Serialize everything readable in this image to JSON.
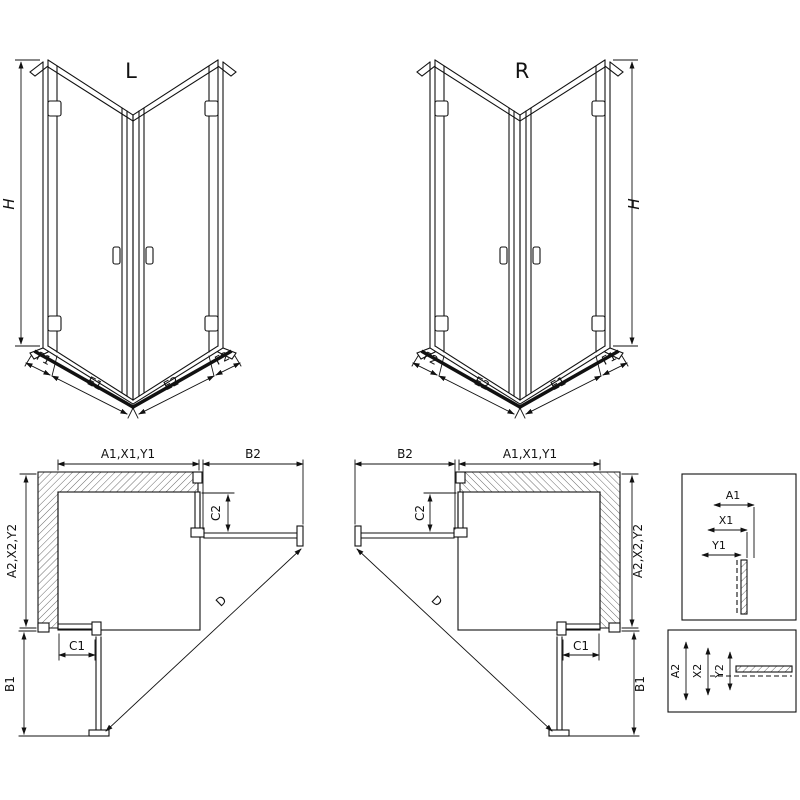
{
  "colors": {
    "line": "#111111",
    "background": "#ffffff"
  },
  "front_left": {
    "variant": "L",
    "height": "H",
    "f1": "F1",
    "e1": "E1",
    "e2": "E2",
    "f2": "F2"
  },
  "front_right": {
    "variant": "R",
    "height": "H",
    "f1": "F1",
    "e1": "E1",
    "e2": "E2",
    "f2": "F2"
  },
  "plan_left": {
    "width": "A1,X1,Y1",
    "door_top": "B2",
    "offset_top": "C2",
    "depth": "A2,X2,Y2",
    "offset_bottom": "C1",
    "door_bottom": "B1",
    "diagonal": "D"
  },
  "plan_right": {
    "width": "A1,X1,Y1",
    "door_top": "B2",
    "offset_top": "C2",
    "depth": "A2,X2,Y2",
    "offset_bottom": "C1",
    "door_bottom": "B1",
    "diagonal": "D"
  },
  "detail_top": {
    "d1": "A1",
    "d2": "X1",
    "d3": "Y1"
  },
  "detail_bottom": {
    "d1": "A2",
    "d2": "X2",
    "d3": "Y2"
  }
}
